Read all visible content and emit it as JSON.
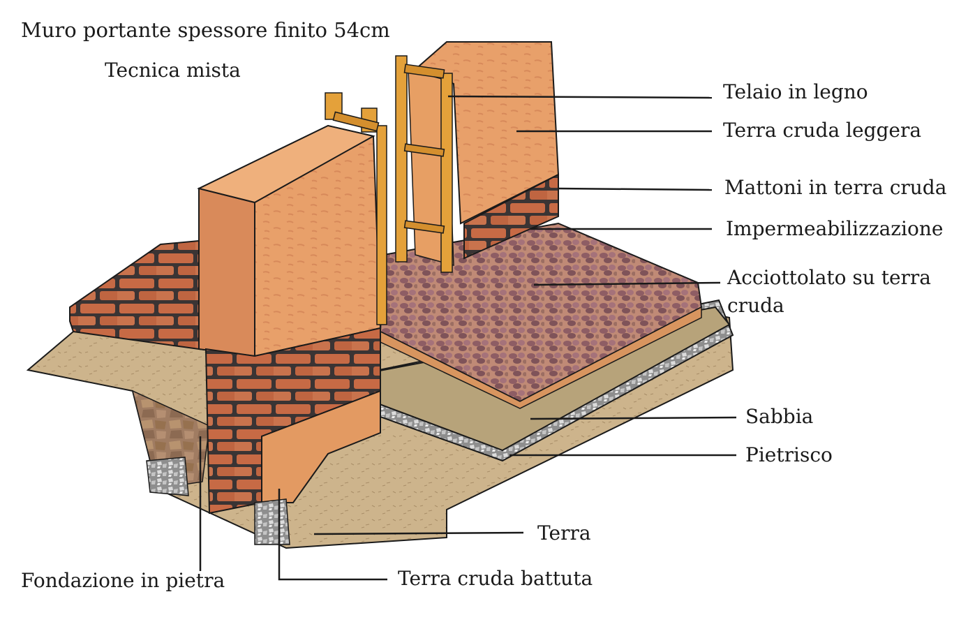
{
  "title": "Muro portante spessore finito 54cm",
  "subtitle": "Tecnica mista",
  "labels": {
    "telaio": "Telaio in legno",
    "terra_leggera": "Terra cruda leggera",
    "mattoni": "Mattoni in terra cruda",
    "impermeabilizzazione": "Impermeabilizzazione",
    "acciottolato": "Acciottolato su terra cruda",
    "sabbia": "Sabbia",
    "pietrisco": "Pietrisco",
    "terra": "Terra",
    "terra_battuta": "Terra cruda battuta",
    "fondazione": "Fondazione in pietra"
  },
  "colors": {
    "earth": "#e8a06a",
    "earth_dark": "#c9784a",
    "brick": "#c76a45",
    "mortar": "#3a3434",
    "wood": "#e4a13a",
    "cobble": "#9a6a6e",
    "sand": "#b7a37a",
    "gravel": "#b9b9b9",
    "soil": "#cdb48c",
    "line": "#1a1a1a"
  }
}
